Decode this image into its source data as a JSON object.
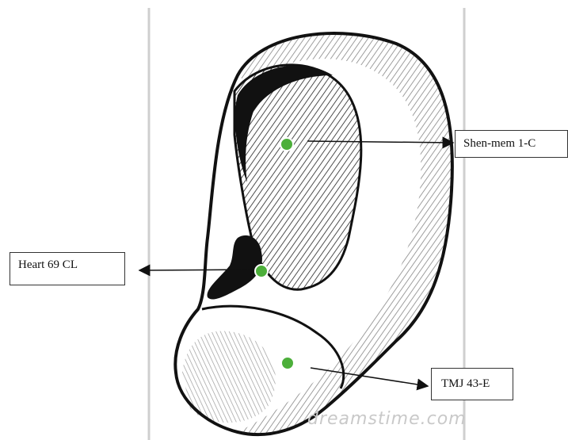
{
  "labels": {
    "shen_mem": "Shen-mem 1-C",
    "heart": "Heart 69 CL",
    "tmj": "TMJ 43-E"
  },
  "watermark": "dreamstime.com",
  "colors": {
    "point": "#4caf3a",
    "line": "#111111",
    "frame": "#cfcfcf"
  }
}
